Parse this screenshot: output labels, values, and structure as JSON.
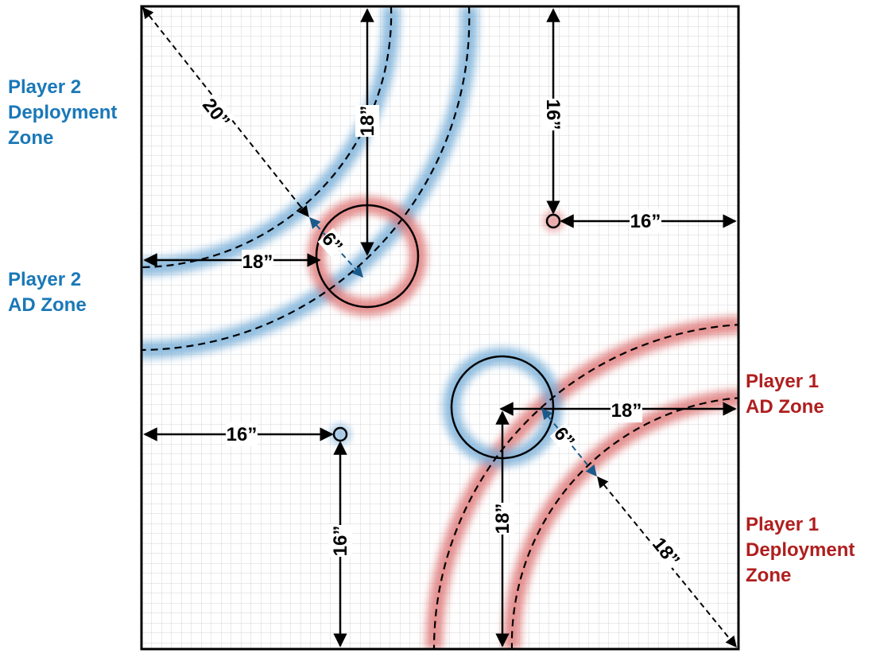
{
  "labels": {
    "p2_deploy": [
      "Player 2",
      "Deployment",
      "Zone"
    ],
    "p2_ad": [
      "Player 2",
      "AD Zone"
    ],
    "p1_ad": [
      "Player 1",
      "AD Zone"
    ],
    "p1_deploy": [
      "Player 1",
      "Deployment",
      "Zone"
    ]
  },
  "measurements": {
    "p2_corner_diag": "20”",
    "p2_top_vert": "18”",
    "p2_left_horiz": "18”",
    "p2_circle_gap": "6”",
    "obj_top_vert": "16”",
    "obj_right_horiz": "16”",
    "obj_left_horiz": "16”",
    "obj_bottom_vert": "16”",
    "p1_right_horiz": "18”",
    "p1_bottom_vert": "18”",
    "p1_circle_gap": "6”",
    "p1_corner_diag": "18”"
  },
  "colors": {
    "player2": "#1a78b8",
    "player1": "#b01e1e",
    "blue_glow": "#6fa9d6",
    "red_glow": "#dc6e6e",
    "grid": "#d6d6d6"
  }
}
